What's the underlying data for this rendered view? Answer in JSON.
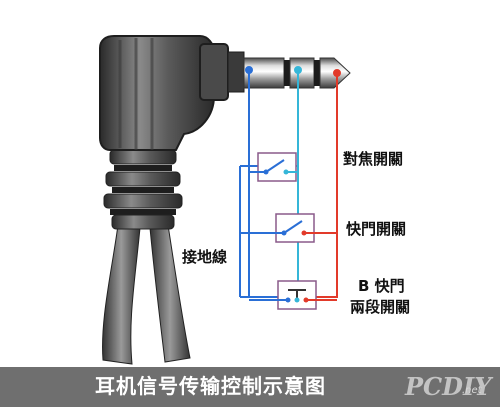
{
  "labels": {
    "focus_switch": "對焦開關",
    "shutter_switch": "快門開關",
    "two_stage_line1": "B 快門",
    "two_stage_line2": "兩段開關",
    "ground_wire": "接地線"
  },
  "caption": "耳机信号传输控制示意图",
  "watermark": {
    "logo": "PCDIY",
    "suffix": ".net"
  },
  "colors": {
    "ground_wire": "#2a6fd6",
    "focus_wire": "#35b6d8",
    "shutter_wire": "#e23a2a",
    "switch_box": "#8a5a8a",
    "caption_bg": "#6f6f6f"
  }
}
